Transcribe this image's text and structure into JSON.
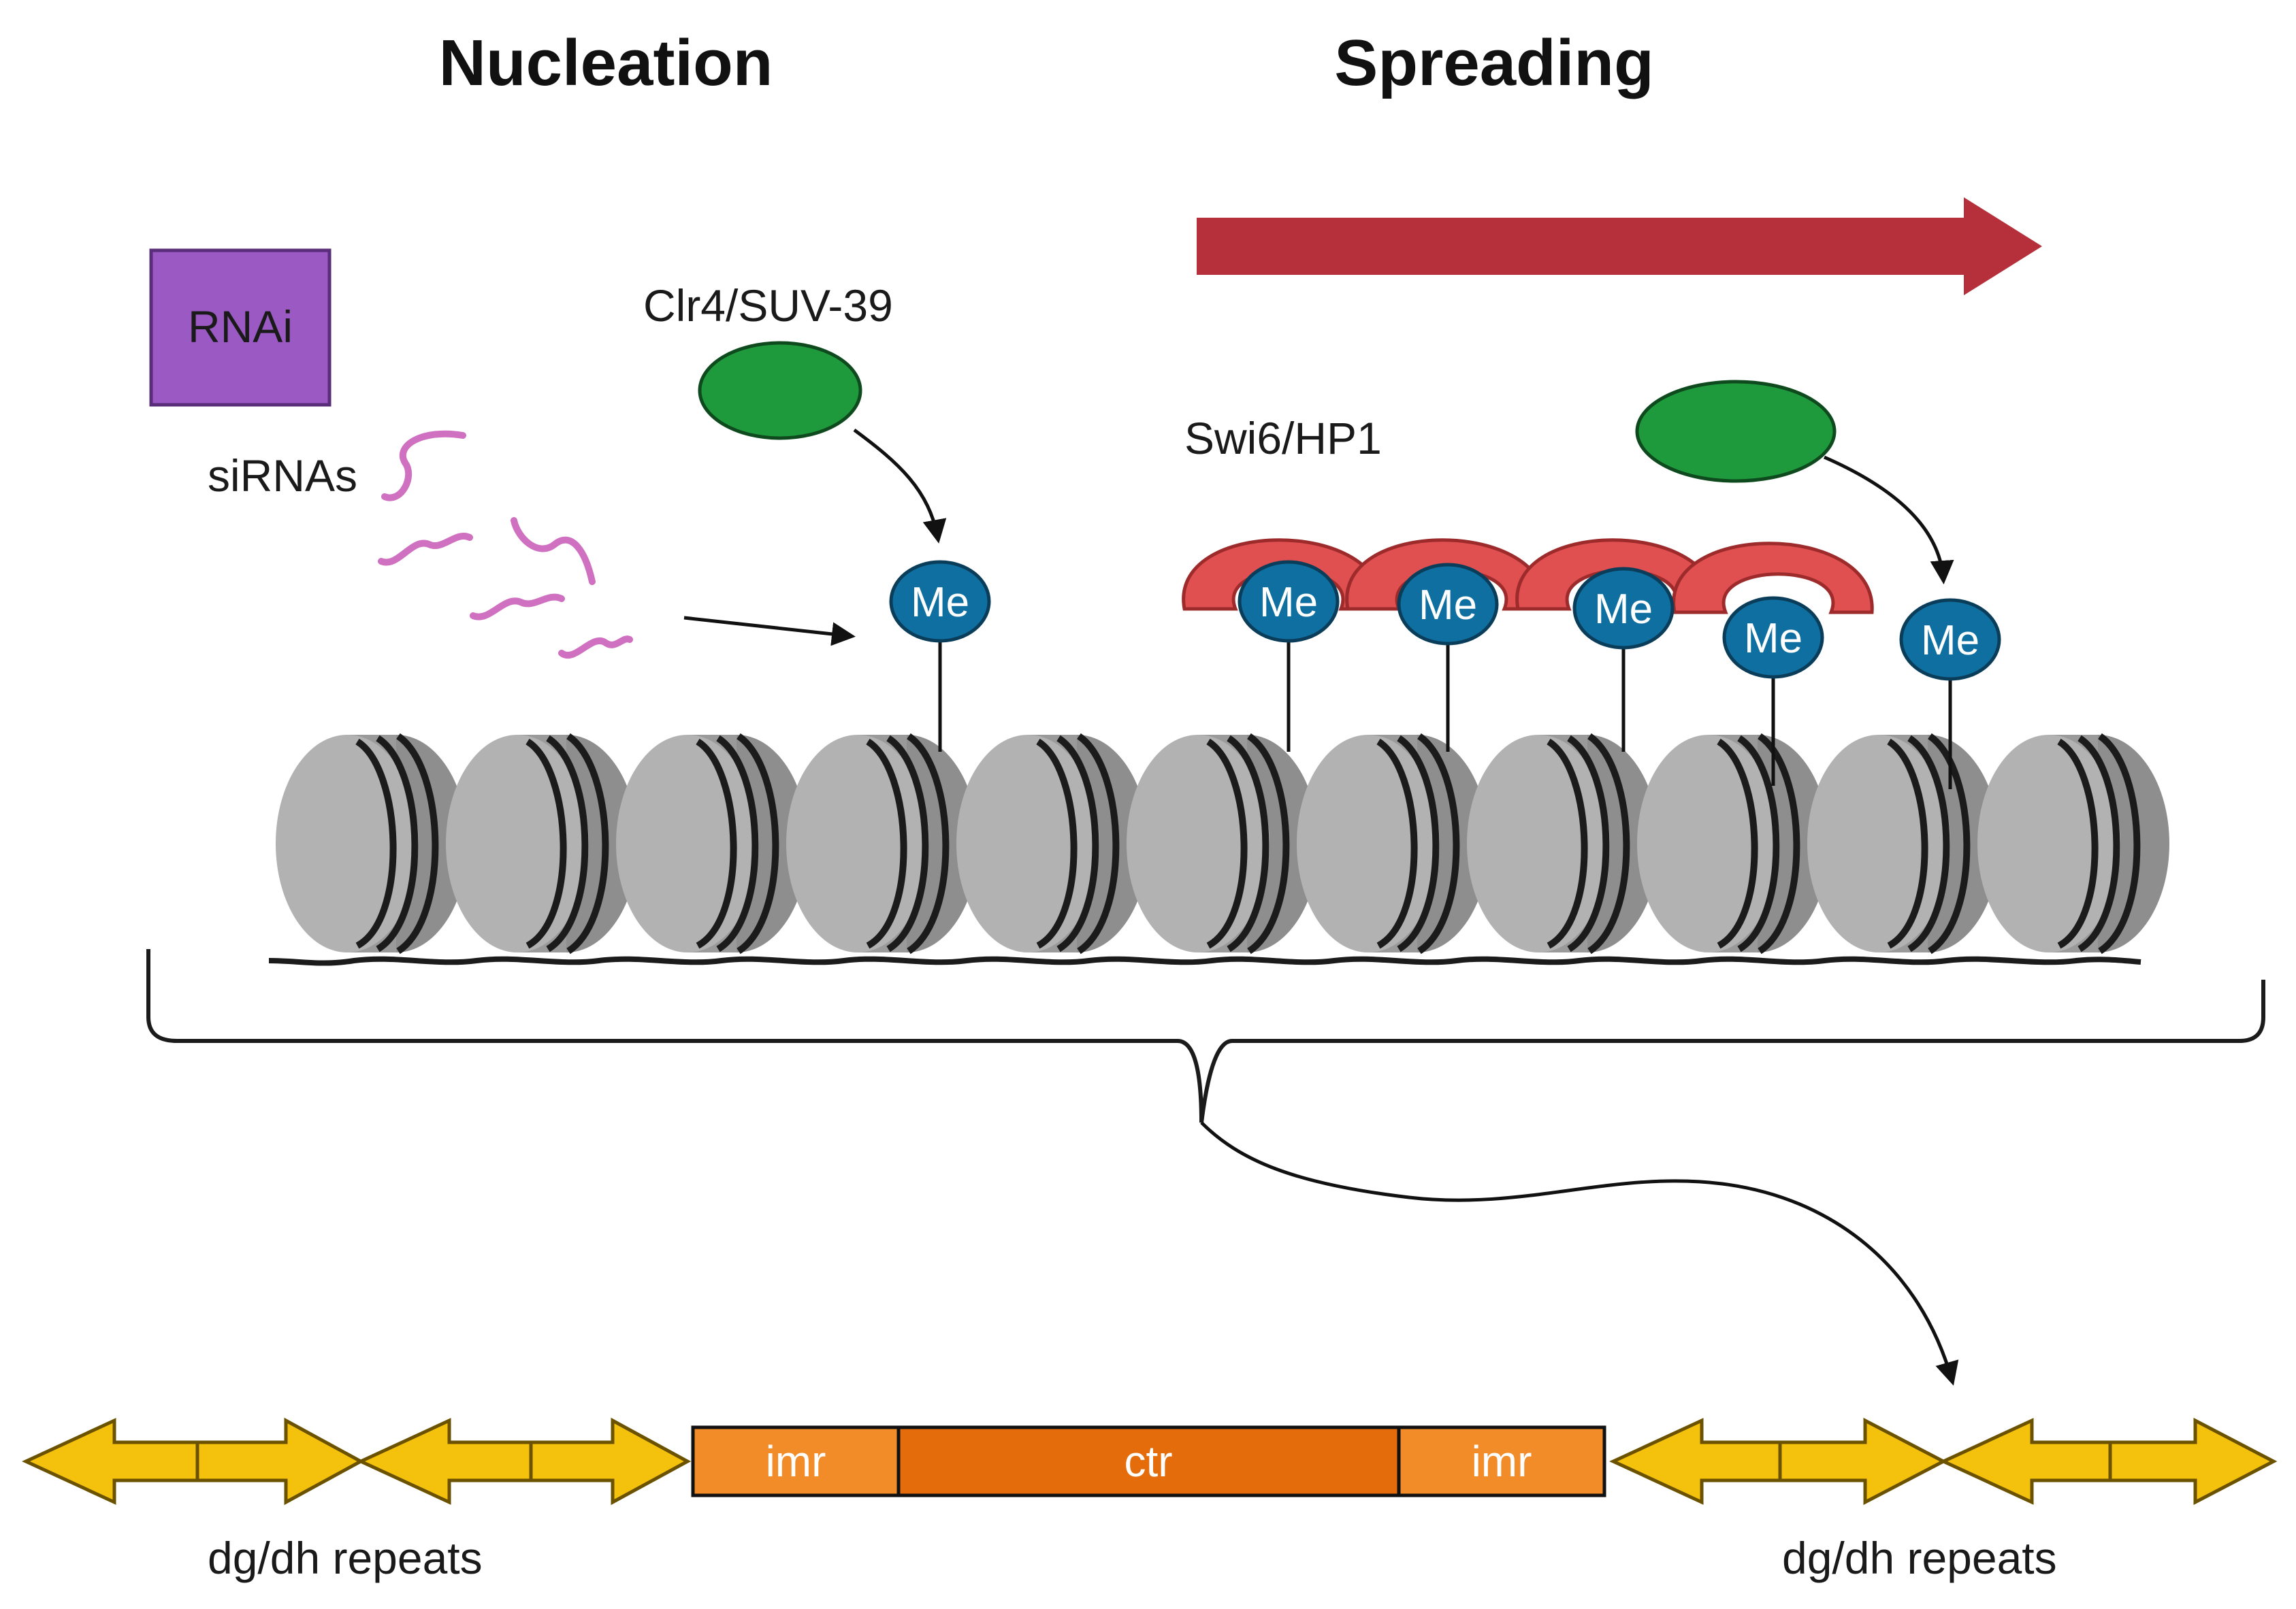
{
  "titles": {
    "left": "Nucleation",
    "right": "Spreading"
  },
  "labels": {
    "rnai": "RNAi",
    "sirnas": "siRNAs",
    "clr4": "Clr4/SUV-39",
    "swi6": "Swi6/HP1",
    "me": "Me",
    "repeats_left": "dg/dh repeats",
    "repeats_right": "dg/dh repeats"
  },
  "centromere": {
    "segments": [
      {
        "label": "imr",
        "color": "#f28c28"
      },
      {
        "label": "ctr",
        "color": "#e46c0a"
      },
      {
        "label": "imr",
        "color": "#f28c28"
      }
    ]
  },
  "colors": {
    "rnai_box": "#9b59c4",
    "sirna": "#d070c0",
    "clr4": "#1e9a3c",
    "hp1": "#e05050",
    "methyl": "#0f6fa0",
    "nucleosome": "#a6a6a6",
    "spreading_arrow": "#b5303a",
    "repeat_arrow": "#f4c20d"
  },
  "methyl_count": 6,
  "nucleosome_count": 11
}
